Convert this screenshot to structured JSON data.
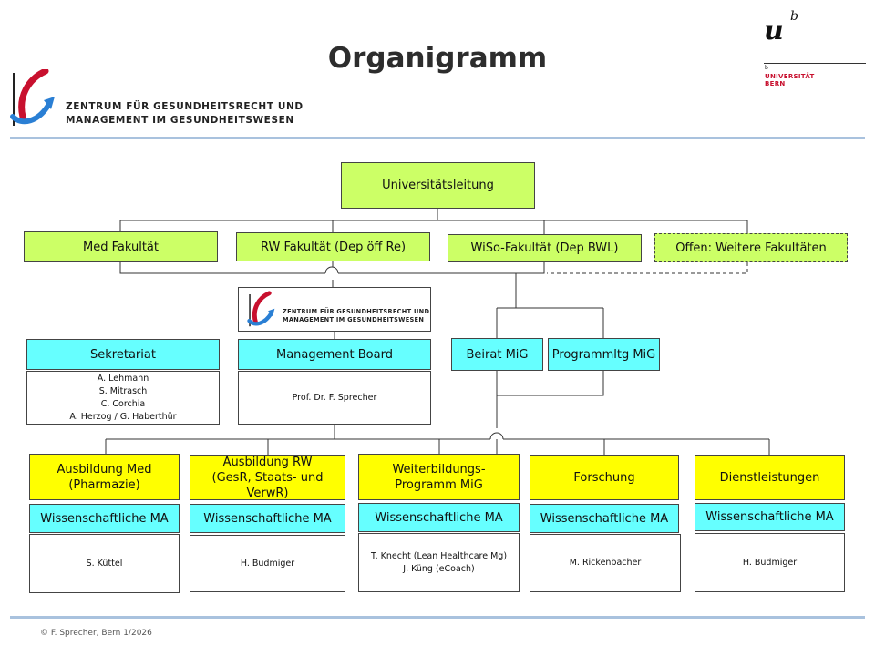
{
  "header": {
    "title": "Organigramm",
    "center_name_line1": "ZENTRUM FÜR GESUNDHEITSRECHT UND",
    "center_name_line2": "MANAGEMENT IM GESUNDHEITSWESEN",
    "university_mark": "u",
    "university_sup": "b",
    "university_small": "b",
    "university_line1": "UNIVERSITÄT",
    "university_line2": "BERN"
  },
  "top": {
    "label": "Universitätsleitung"
  },
  "faculties": [
    {
      "label": "Med Fakultät"
    },
    {
      "label": "RW Fakultät (Dep öff Re)"
    },
    {
      "label": "WiSo-Fakultät (Dep BWL)"
    },
    {
      "label": "Offen: Weitere Fakultäten"
    }
  ],
  "center_box": {
    "line1": "ZENTRUM FÜR GESUNDHEITSRECHT UND",
    "line2": "MANAGEMENT IM GESUNDHEITSWESEN"
  },
  "secretariat": {
    "label": "Sekretariat",
    "members": [
      "A. Lehmann",
      "S. Mitrasch",
      "C. Corchia",
      "A. Herzog / G. Haberthür"
    ]
  },
  "management_board": {
    "label": "Management Board",
    "members": [
      "Prof. Dr. F. Sprecher"
    ]
  },
  "advisory": {
    "label": "Beirat MiG"
  },
  "program_lead": {
    "label": "Programmltg MiG"
  },
  "units": [
    {
      "label_line1": "Ausbildung Med",
      "label_line2": "(Pharmazie)",
      "staff_label": "Wissenschaftliche MA",
      "people": [
        "S. Küttel"
      ]
    },
    {
      "label_line1": "Ausbildung RW",
      "label_line2": "(GesR, Staats- und VerwR)",
      "staff_label": "Wissenschaftliche MA",
      "people": [
        "H. Budmiger"
      ]
    },
    {
      "label_line1": "Weiterbildungs-",
      "label_line2": "Programm  MiG",
      "staff_label": "Wissenschaftliche MA",
      "people": [
        "T. Knecht (Lean Healthcare Mg)",
        "J. Küng (eCoach)"
      ]
    },
    {
      "label_line1": "Forschung",
      "label_line2": "",
      "staff_label": "Wissenschaftliche MA",
      "people": [
        "M. Rickenbacher"
      ]
    },
    {
      "label_line1": "Dienstleistungen",
      "label_line2": "",
      "staff_label": "Wissenschaftliche MA",
      "people": [
        "H. Budmiger"
      ]
    }
  ],
  "footer": {
    "text": "© F. Sprecher, Bern 1/2026"
  },
  "colors": {
    "green": "#ccff66",
    "cyan": "#66ffff",
    "yellow": "#ffff00",
    "rule": "#a9c2de",
    "logo_red": "#c8102e",
    "logo_blue": "#2a7fd4"
  }
}
